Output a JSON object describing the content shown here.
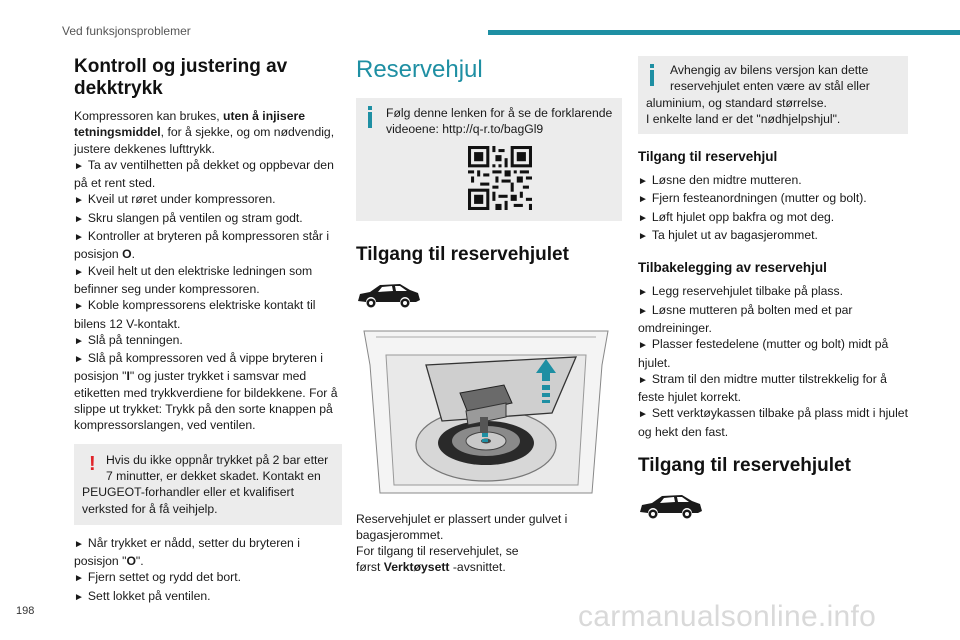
{
  "header": {
    "section_title": "Ved funksjonsproblemer",
    "accent_color": "#1e8fa3"
  },
  "footer": {
    "page_number": "198",
    "watermark": "carmanualsonline.info"
  },
  "col1": {
    "title": "Kontroll og justering av dekktrykk",
    "intro_a": "Kompressoren kan brukes, ",
    "intro_b": "uten å injisere tetningsmiddel",
    "intro_c": ", for å sjekke, og om nødvendig, justere dekkenes lufttrykk.",
    "steps1": [
      "Ta av ventilhetten på dekket og oppbevar den på et rent sted.",
      "Kveil ut røret under kompressoren.",
      "Skru slangen på ventilen og stram godt."
    ],
    "step4_a": "Kontroller at bryteren på kompressoren står i posisjon ",
    "step4_b": "O",
    "step4_c": ".",
    "steps2": [
      "Kveil helt ut den elektriske ledningen som befinner seg under kompressoren.",
      "Koble kompressorens elektriske kontakt til bilens 12 V-kontakt.",
      "Slå på tenningen."
    ],
    "step8_a": "Slå på kompressoren ved å vippe bryteren i posisjon \"",
    "step8_b": "I",
    "step8_c": "\" og juster trykket i samsvar med etiketten med trykkverdiene for bildekkene. For å slippe ut trykket: Trykk på den sorte knappen på kompressorslangen, ved ventilen.",
    "warning_first": "Hvis du ikke oppnår trykket på 2 bar etter 7 minutter, er dekket skadet. Kontakt en",
    "warning_rest": "PEUGEOT-forhandler eller et kvalifisert verksted for å få veihjelp.",
    "end_a": "Når trykket er nådd, setter du bryteren i posisjon \"",
    "end_b": "O",
    "end_c": "\".",
    "steps3": [
      "Fjern settet og rydd det bort.",
      "Sett lokket på ventilen."
    ]
  },
  "col2": {
    "title": "Reservehjul",
    "info_text": "Følg denne lenken for å se de forklarende videoene: http://q-r.to/bagGl9",
    "subtitle": "Tilgang til reservehjulet",
    "body_1": "Reservehjulet er plassert under gulvet i bagasjerommet.",
    "body_2": "For tilgang til reservehjulet, se",
    "body_3a": "først ",
    "body_3b": "Verktøysett",
    "body_3c": " -avsnittet."
  },
  "col3": {
    "info_first": "Avhengig av bilens versjon kan dette reservehjulet enten være av stål eller",
    "info_rest1": "aluminium, og standard størrelse.",
    "info_rest2": "I enkelte land er det \"nødhjelpshjul\".",
    "h_access": "Tilgang til reservehjul",
    "access_steps": [
      "Løsne den midtre mutteren.",
      "Fjern festeanordningen (mutter og bolt).",
      "Løft hjulet opp bakfra og mot deg.",
      "Ta hjulet ut av bagasjerommet."
    ],
    "h_return": "Tilbakelegging av reservehjul",
    "return_steps": [
      "Legg reservehjulet tilbake på plass.",
      "Løsne mutteren på bolten med et par omdreininger.",
      "Plasser festedelene (mutter og bolt) midt på hjulet.",
      "Stram til den midtre mutter tilstrekkelig for å feste hjulet korrekt.",
      "Sett verktøykassen tilbake på plass midt i hjulet og hekt den fast."
    ],
    "subtitle2": "Tilgang til reservehjulet"
  },
  "icons": {
    "bullet": "►",
    "warning": "!",
    "info": "info-icon",
    "car": "car-silhouette-icon",
    "qr": "qr-code-icon",
    "diagram": "spare-wheel-trunk-diagram"
  }
}
